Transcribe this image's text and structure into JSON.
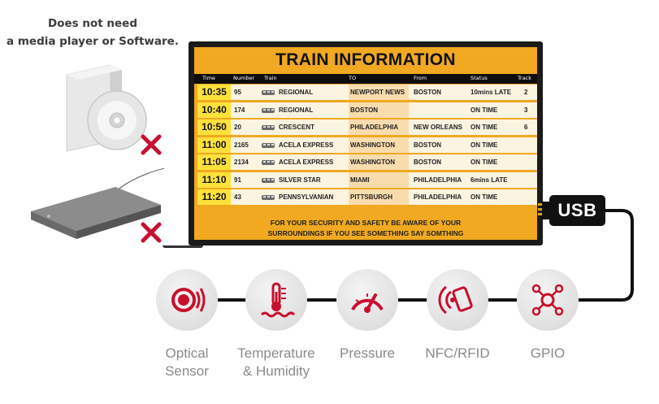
{
  "caption": {
    "line1": "Does not need",
    "line2": "a media player or Software."
  },
  "tv": {
    "title": "TRAIN INFORMATION",
    "columns": [
      "Time",
      "Number",
      "Train",
      "TO",
      "From",
      "Status",
      "Track"
    ],
    "rows": [
      {
        "time": "10:35",
        "number": "95",
        "train": "REGIONAL",
        "to": "NEWPORT NEWS",
        "from": "BOSTON",
        "status": "10mins LATE",
        "track": "2"
      },
      {
        "time": "10:40",
        "number": "174",
        "train": "REGIONAL",
        "to": "BOSTON",
        "from": "",
        "status": "ON TIME",
        "track": "3"
      },
      {
        "time": "10:50",
        "number": "20",
        "train": "CRESCENT",
        "to": "PHILADELPHIA",
        "from": "NEW ORLEANS",
        "status": "ON TIME",
        "track": "6"
      },
      {
        "time": "11:00",
        "number": "2165",
        "train": "ACELA EXPRESS",
        "to": "WASHINGTON",
        "from": "BOSTON",
        "status": "ON TIME",
        "track": ""
      },
      {
        "time": "11:05",
        "number": "2134",
        "train": "ACELA EXPRESS",
        "to": "WASHINGTON",
        "from": "BOSTON",
        "status": "ON TIME",
        "track": ""
      },
      {
        "time": "11:10",
        "number": "91",
        "train": "SILVER STAR",
        "to": "MIAMI",
        "from": "PHILADELPHIA",
        "status": "6mins LATE",
        "track": ""
      },
      {
        "time": "11:20",
        "number": "43",
        "train": "PENNSYLVANIAN",
        "to": "PITTSBURGH",
        "from": "PHILADELPHIA",
        "status": "ON TIME",
        "track": ""
      }
    ],
    "message_line1": "FOR YOUR SECURITY AND SAFETY BE AWARE OF YOUR",
    "message_line2": "SURROUNDINGS IF YOU SEE SOMETHING SAY SOMTHING"
  },
  "usb_label": "USB",
  "sensors": [
    {
      "icon": "optical-sensor-icon",
      "line1": "Optical",
      "line2": "Sensor"
    },
    {
      "icon": "temperature-humidity-icon",
      "line1": "Temperature",
      "line2": "& Humidity"
    },
    {
      "icon": "pressure-gauge-icon",
      "line1": "Pressure",
      "line2": ""
    },
    {
      "icon": "nfc-rfid-icon",
      "line1": "NFC/RFID",
      "line2": ""
    },
    {
      "icon": "gpio-icon",
      "line1": "GPIO",
      "line2": ""
    }
  ],
  "colors": {
    "accent_red": "#c8102e",
    "screen_orange": "#f0a920",
    "time_yellow": "#fde13b"
  }
}
